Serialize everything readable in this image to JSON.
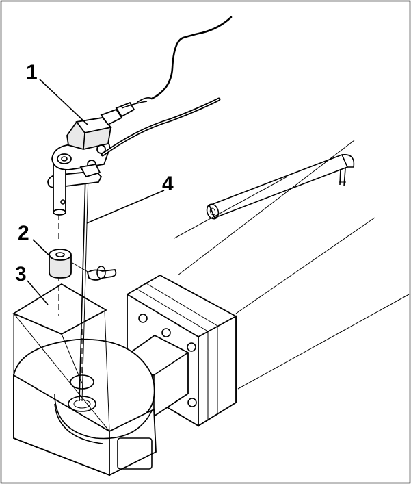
{
  "figure": {
    "callouts": [
      {
        "id": "1",
        "label": "1"
      },
      {
        "id": "2",
        "label": "2"
      },
      {
        "id": "3",
        "label": "3"
      },
      {
        "id": "4",
        "label": "4"
      }
    ],
    "colors": {
      "line": "#000000",
      "background": "#ffffff",
      "shade": "#e9e9e9"
    }
  }
}
